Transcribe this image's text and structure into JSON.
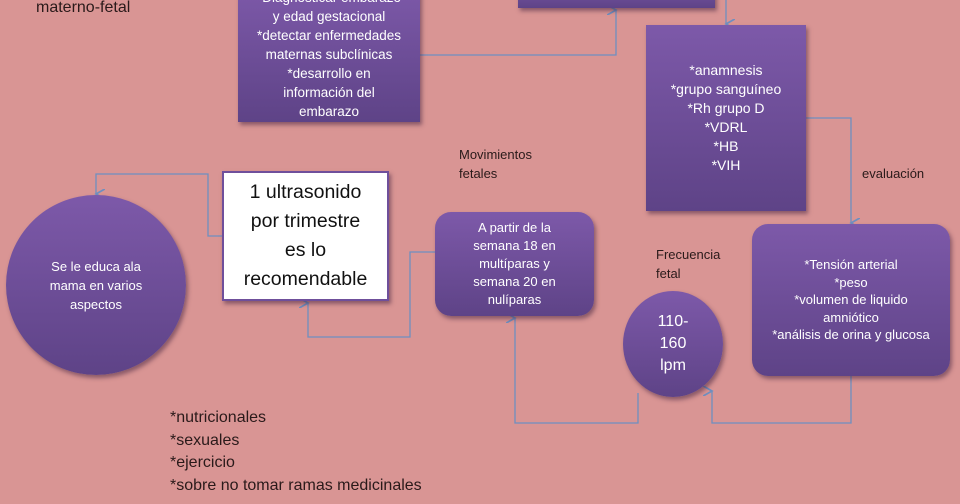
{
  "header_text": "materno-fetal",
  "boxes": {
    "objetivos": "*Diagnosticar embarazo\ny edad gestacional\n*detectar enfermedades\nmaternas subclínicas\n*desarrollo en\ninformación del\nembarazo",
    "laboratorio": "*anamnesis\n*grupo sanguíneo\n*Rh grupo D\n*VDRL\n*HB\n*VIH",
    "evaluacion": "*Tensión arterial\n*peso\n*volumen de liquido\namniótico\n*análisis de orina y glucosa",
    "frecuencia_valor": "110-\n160\nlpm",
    "movimientos": "A partir de la\nsemana 18 en\nmultíparas y\nsemana 20 en\nnulíparas",
    "ultrasonido": "1 ultrasonido\npor trimestre\nes lo\nrecomendable",
    "educa": "Se le educa ala\nmama en varios\naspectos"
  },
  "labels": {
    "evaluacion": "evaluación",
    "frecuencia": "Frecuencia\nfetal",
    "movimientos": "Movimientos\nfetales"
  },
  "education_list": [
    "*nutricionales",
    "*sexuales",
    "*ejercicio",
    "*sobre no tomar ramas medicinales"
  ],
  "colors": {
    "background": "#d99594",
    "box": "#6f4f9b",
    "connector": "#6e8fc0"
  }
}
